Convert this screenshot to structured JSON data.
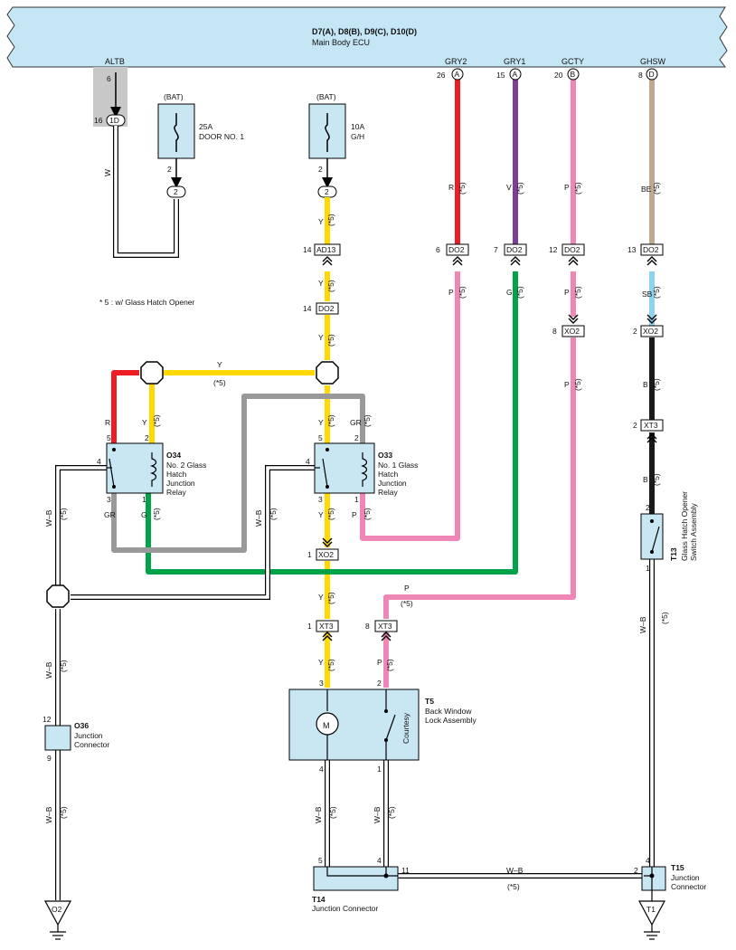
{
  "ecu": {
    "connectors": "D7(A), D8(B), D9(C), D10(D)",
    "name": "Main Body ECU"
  },
  "terminals": {
    "altb": {
      "name": "ALTB",
      "pin": "6"
    },
    "gry2": {
      "name": "GRY2",
      "pin": "26",
      "conn": "A"
    },
    "gry1": {
      "name": "GRY1",
      "pin": "15",
      "conn": "A"
    },
    "gcty": {
      "name": "GCTY",
      "pin": "20",
      "conn": "B"
    },
    "ghsw": {
      "name": "GHSW",
      "pin": "8",
      "conn": "D"
    }
  },
  "connector_1d": {
    "pin": "16",
    "label": "1D"
  },
  "fuses": {
    "door": {
      "bat": "(BAT)",
      "rating": "25A",
      "name": "DOOR NO. 1",
      "pin": "2",
      "conn": "2"
    },
    "gh": {
      "bat": "(BAT)",
      "rating": "10A",
      "name": "G/H",
      "pin": "2",
      "conn": "2"
    }
  },
  "note": "* 5 : w/ Glass Hatch Opener",
  "opt": "(*5)",
  "wire_colors": {
    "W": "W",
    "Y": "Y",
    "R": "R",
    "V": "V",
    "P": "P",
    "BE": "BE",
    "SB": "SB",
    "G": "G",
    "B": "B",
    "GR": "GR",
    "WB": "W–B"
  },
  "inline": {
    "ad13": {
      "pin": "14",
      "label": "AD13"
    },
    "do2_y": {
      "pin": "14",
      "label": "DO2"
    },
    "do2_gry2": {
      "pin": "6",
      "label": "DO2"
    },
    "do2_gry1": {
      "pin": "7",
      "label": "DO2"
    },
    "do2_gcty": {
      "pin": "12",
      "label": "DO2"
    },
    "do2_ghsw": {
      "pin": "13",
      "label": "DO2"
    },
    "xo2_gcty": {
      "pin": "8",
      "label": "XO2"
    },
    "xo2_ghsw": {
      "pin": "2",
      "label": "XO2"
    },
    "xt3_ghsw": {
      "pin": "2",
      "label": "XT3"
    },
    "xo2_main": {
      "pin": "1",
      "label": "XO2"
    },
    "xt3_y": {
      "pin": "1",
      "label": "XT3"
    },
    "xt3_p": {
      "pin": "8",
      "label": "XT3"
    }
  },
  "relays": {
    "o34": {
      "code": "O34",
      "l1": "No. 2 Glass",
      "l2": "Hatch",
      "l3": "Junction",
      "l4": "Relay",
      "p5": "5",
      "p2": "2",
      "p4": "4",
      "p3": "3",
      "p1": "1"
    },
    "o33": {
      "code": "O33",
      "l1": "No. 1 Glass",
      "l2": "Hatch",
      "l3": "Junction",
      "l4": "Relay",
      "p5": "5",
      "p2": "2",
      "p4": "4",
      "p3": "3",
      "p1": "1"
    }
  },
  "o36": {
    "code": "O36",
    "l1": "Junction",
    "l2": "Connector",
    "p12": "12",
    "p9": "9"
  },
  "t5": {
    "code": "T5",
    "l1": "Back Window",
    "l2": "Lock Assembly",
    "motor": "M",
    "switch": "Courtesy",
    "p3": "3",
    "p2": "2",
    "p4": "4",
    "p1": "1"
  },
  "t13": {
    "code": "T13",
    "l1": "Glass Hatch Opener",
    "l2": "Switch Assembly",
    "p2": "2",
    "p1": "1"
  },
  "t14": {
    "code": "T14",
    "l1": "Junction Connector",
    "p5": "5",
    "p4": "4",
    "p11": "11"
  },
  "t15": {
    "code": "T15",
    "l1": "Junction",
    "l2": "Connector",
    "p4": "4",
    "p2": "2"
  },
  "grounds": {
    "o2": "O2",
    "t1": "T1"
  },
  "colors": {
    "ecu_fill": "#c5e6f5",
    "box_fill": "#c9e6f3",
    "yellow": "#ffd900",
    "red": "#ee1c25",
    "violet": "#7b3f98",
    "pink": "#ef86b6",
    "beige": "#bfa98f",
    "skyblue": "#8dd3ef",
    "green": "#00a34a",
    "gray": "#999999",
    "black": "#1a1a1a",
    "altb_shade": "#c8c8c8"
  }
}
